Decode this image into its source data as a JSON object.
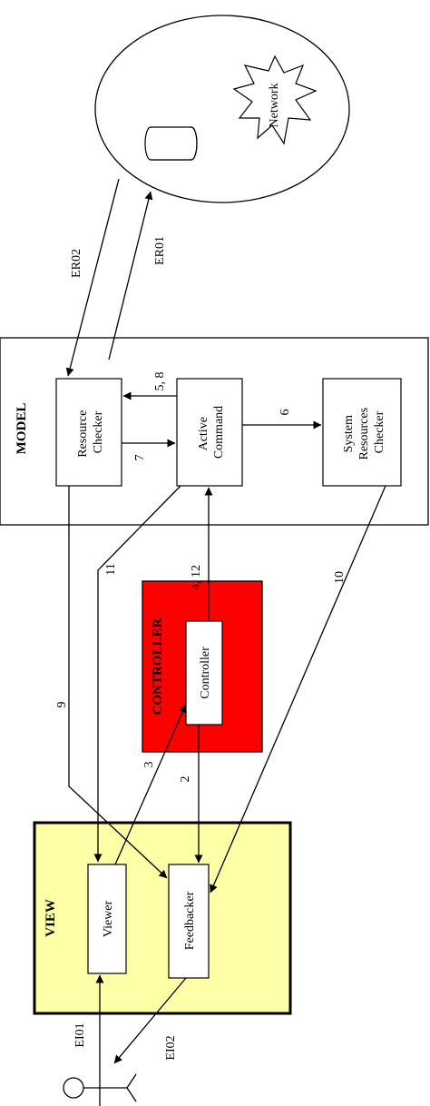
{
  "sections": {
    "model": "MODEL",
    "view": "VIEW",
    "controller": "CONTROLLER"
  },
  "components": {
    "resource_checker": [
      "Resource",
      "Checker"
    ],
    "active_command": [
      "Active",
      "Command"
    ],
    "system_resources_checker": [
      "System",
      "Resources",
      "Checker"
    ],
    "controller": "Controller",
    "viewer": "Viewer",
    "feedbacker": "Feedbacker"
  },
  "environment": {
    "network": "Network"
  },
  "arrows": {
    "er01": "ER01",
    "er02": "ER02",
    "ei01": "EI01",
    "ei02": "EI02",
    "step_2": "2",
    "step_3": "3",
    "step_4_12": "4, 12",
    "step_5_8": "5, 8",
    "step_6": "6",
    "step_7": "7",
    "step_9": "9",
    "step_10": "10",
    "step_11": "11"
  },
  "colors": {
    "view_fill": "#ffffa8",
    "controller_fill": "#ff0000",
    "model_fill": "#ffffff",
    "box_fill": "#ffffff",
    "stroke": "#000000"
  }
}
